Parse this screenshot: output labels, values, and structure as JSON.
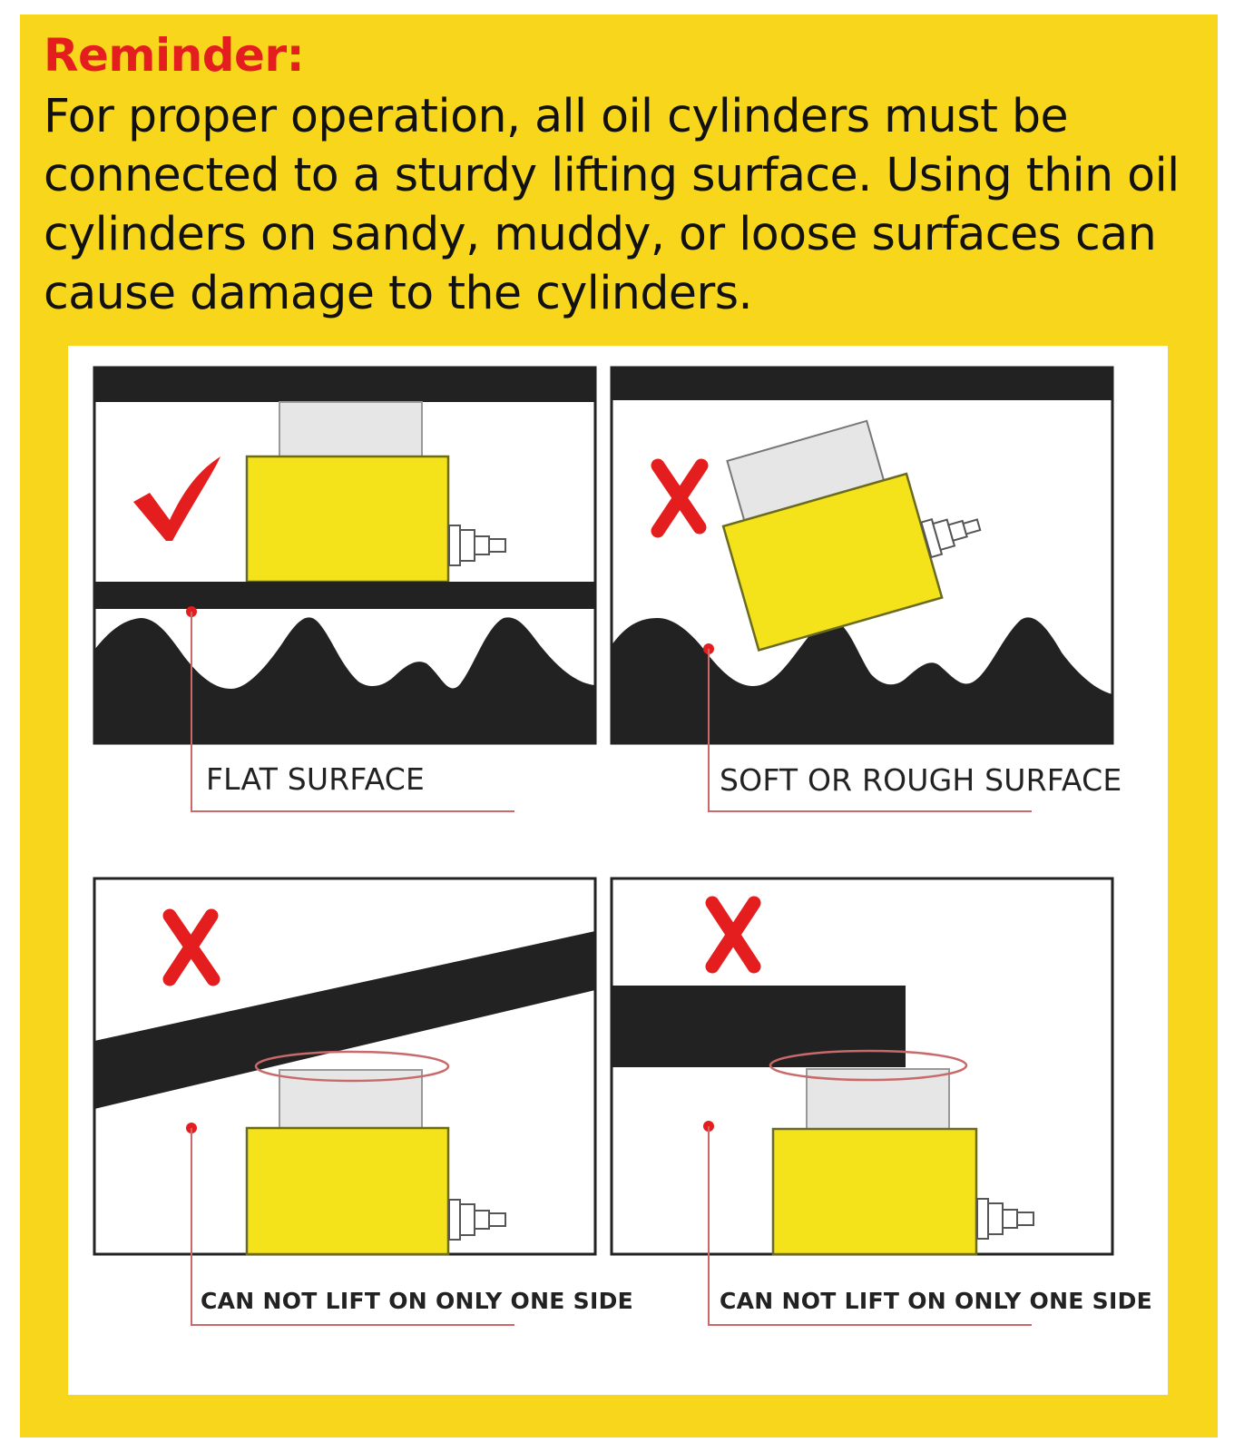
{
  "reminder": {
    "title": "Reminder:",
    "body": "For proper operation, all oil cylinders must be connected to a sturdy lifting surface. Using thin oil cylinders on sandy, muddy, or loose surfaces can cause damage to the cylinders."
  },
  "colors": {
    "frame": "#f7d61c",
    "cylinder": "#f4e21a",
    "ground": "#222222",
    "mark": "#e41e1e",
    "leader": "#c86a6a"
  },
  "panels": [
    {
      "status": "correct",
      "icon": "check-mark-icon",
      "caption": "FLAT SURFACE"
    },
    {
      "status": "incorrect",
      "icon": "x-mark-icon",
      "caption": "SOFT OR ROUGH SURFACE"
    },
    {
      "status": "incorrect",
      "icon": "x-mark-icon",
      "caption": "CAN NOT LIFT ON ONLY ONE SIDE"
    },
    {
      "status": "incorrect",
      "icon": "x-mark-icon",
      "caption": "CAN NOT LIFT ON ONLY ONE SIDE"
    }
  ]
}
